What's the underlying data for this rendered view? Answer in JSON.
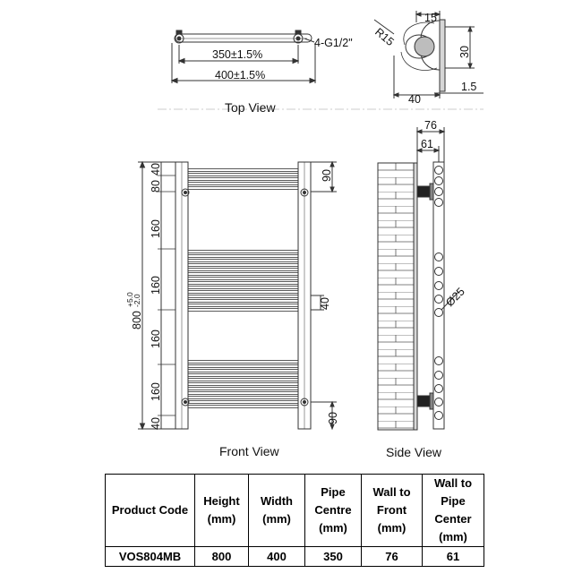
{
  "views": {
    "top": {
      "title": "Top View",
      "dim_pipe": "350±1.5%",
      "dim_width": "400±1.5%",
      "dim_thread": "4-G1/2\""
    },
    "detail": {
      "radius": "R15",
      "d15": "15",
      "d30": "30",
      "d40": "40",
      "d1_5": "1.5"
    },
    "front": {
      "title": "Front View",
      "height_base": "800",
      "height_tol_upper": "+5.0",
      "height_tol_lower": "-2.0",
      "left_dims": [
        "40",
        "80",
        "160",
        "160",
        "160",
        "160",
        "40"
      ],
      "right_dims": [
        "90",
        "40",
        "90"
      ]
    },
    "side": {
      "title": "Side View",
      "d76": "76",
      "d61": "61",
      "phi": "Ø25"
    }
  },
  "table": {
    "headers": [
      [
        "Product  Code"
      ],
      [
        "Height",
        "(mm)"
      ],
      [
        "Width",
        "(mm)"
      ],
      [
        "Pipe",
        "Centre",
        "(mm)"
      ],
      [
        "Wall to",
        "Front",
        "(mm)"
      ],
      [
        "Wall to",
        "Pipe",
        "Center",
        "(mm)"
      ]
    ],
    "row": [
      "VOS804MB",
      "800",
      "400",
      "350",
      "76",
      "61"
    ]
  }
}
